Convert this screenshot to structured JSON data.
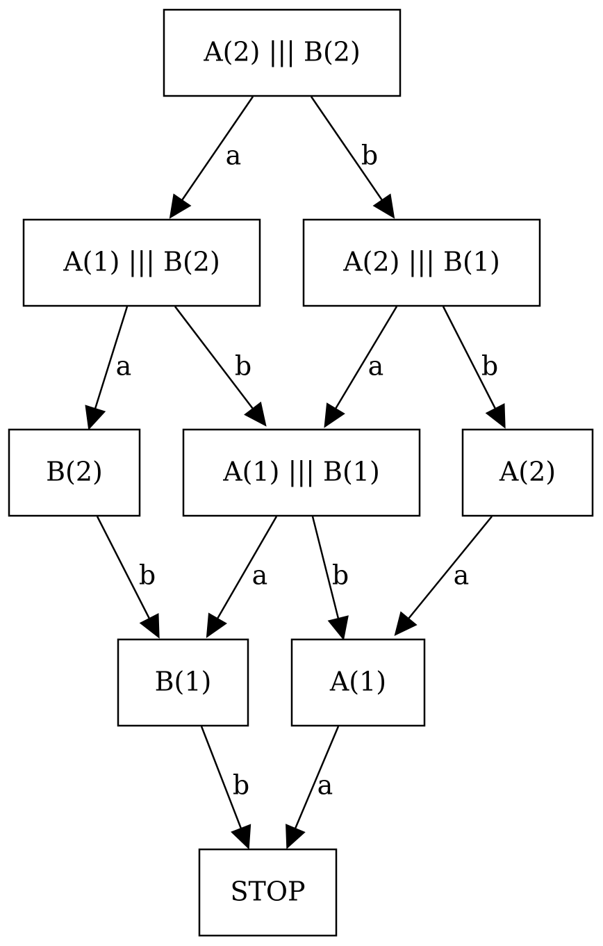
{
  "nodes": {
    "ab22": "A(2) ||| B(2)",
    "ab12": "A(1) ||| B(2)",
    "ab21": "A(2) ||| B(1)",
    "b2": "B(2)",
    "ab11": "A(1) ||| B(1)",
    "a2": "A(2)",
    "b1": "B(1)",
    "a1": "A(1)",
    "stop": "STOP"
  },
  "edges": [
    {
      "from": "ab22",
      "to": "ab12",
      "label": "a"
    },
    {
      "from": "ab22",
      "to": "ab21",
      "label": "b"
    },
    {
      "from": "ab12",
      "to": "b2",
      "label": "a"
    },
    {
      "from": "ab12",
      "to": "ab11",
      "label": "b"
    },
    {
      "from": "ab21",
      "to": "ab11",
      "label": "a"
    },
    {
      "from": "ab21",
      "to": "a2",
      "label": "b"
    },
    {
      "from": "b2",
      "to": "b1",
      "label": "b"
    },
    {
      "from": "ab11",
      "to": "b1",
      "label": "a"
    },
    {
      "from": "ab11",
      "to": "a1",
      "label": "b"
    },
    {
      "from": "a2",
      "to": "a1",
      "label": "a"
    },
    {
      "from": "b1",
      "to": "stop",
      "label": "b"
    },
    {
      "from": "a1",
      "to": "stop",
      "label": "a"
    }
  ]
}
